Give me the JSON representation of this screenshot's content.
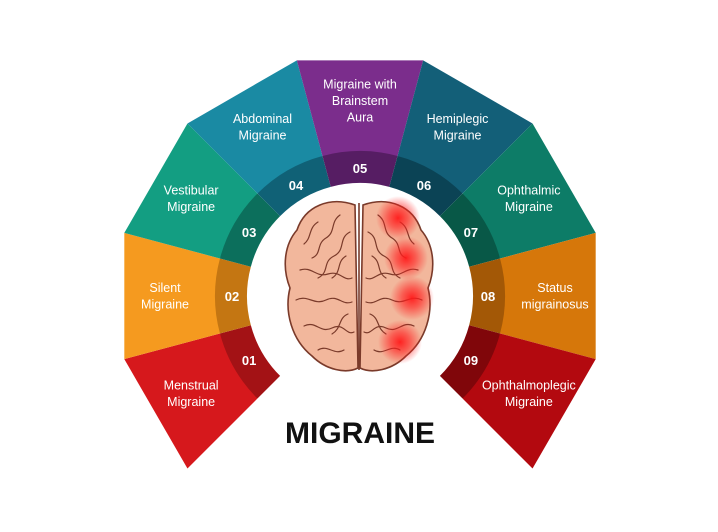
{
  "title": "MIGRAINE",
  "segments": [
    {
      "number": "01",
      "lines": [
        "Menstrual",
        "Migraine"
      ],
      "color": "#d6181c",
      "color_dark": "#a31215"
    },
    {
      "number": "02",
      "lines": [
        "Silent",
        "Migraine"
      ],
      "color": "#f59a1f",
      "color_dark": "#c47612"
    },
    {
      "number": "03",
      "lines": [
        "Vestibular",
        "Migraine"
      ],
      "color": "#139e82",
      "color_dark": "#0c6f5c"
    },
    {
      "number": "04",
      "lines": [
        "Abdominal",
        "Migraine"
      ],
      "color": "#1a8aa3",
      "color_dark": "#106176"
    },
    {
      "number": "05",
      "lines": [
        "Migraine with",
        "Brainstem",
        "Aura"
      ],
      "color": "#7b2d8c",
      "color_dark": "#561d63"
    },
    {
      "number": "06",
      "lines": [
        "Hemiplegic",
        "Migraine"
      ],
      "color": "#135f78",
      "color_dark": "#0b4355"
    },
    {
      "number": "07",
      "lines": [
        "Ophthalmic",
        "Migraine"
      ],
      "color": "#0d7c67",
      "color_dark": "#085847"
    },
    {
      "number": "08",
      "lines": [
        "Status",
        "migrainosus"
      ],
      "color": "#d6770a",
      "color_dark": "#a35806"
    },
    {
      "number": "09",
      "lines": [
        "Ophthalmoplegic",
        "Migraine"
      ],
      "color": "#b3090f",
      "color_dark": "#80060a"
    }
  ],
  "colors": {
    "brain_fill": "#f2b79c",
    "brain_outline": "#7a3a2a",
    "pain_spot": "#ff0000",
    "title_text": "#111111"
  },
  "icons": {
    "center": "brain-icon"
  }
}
